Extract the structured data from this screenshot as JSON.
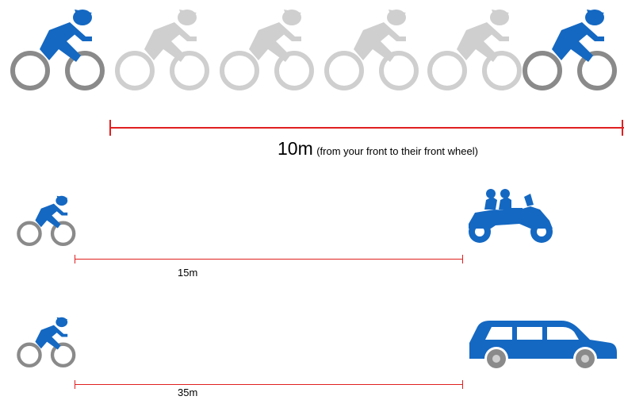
{
  "colors": {
    "blue": "#1468c2",
    "gray_dark": "#8a8a8a",
    "gray_light": "#cfcfcf",
    "red": "#e02020"
  },
  "group_ride": {
    "riders": [
      {
        "style": "blue"
      },
      {
        "style": "ghost"
      },
      {
        "style": "ghost"
      },
      {
        "style": "ghost"
      },
      {
        "style": "ghost"
      },
      {
        "style": "blue"
      }
    ],
    "distance_value": "10m",
    "distance_note": "(from your front to their front wheel)"
  },
  "motorbike": {
    "icon": "motorbike-icon",
    "distance_label": "15m"
  },
  "car": {
    "icon": "car-icon",
    "distance_label": "35m"
  }
}
